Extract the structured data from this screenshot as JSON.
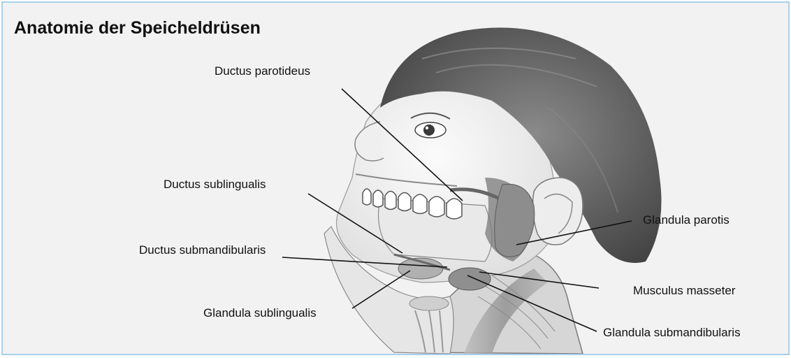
{
  "title": "Anatomie der Speicheldrüsen",
  "labels": {
    "ductus_parotideus": "Ductus parotideus",
    "ductus_sublingualis": "Ductus sublingualis",
    "ductus_submandibularis": "Ductus submandibularis",
    "glandula_sublingualis": "Glandula sublingualis",
    "glandula_parotis": "Glandula parotis",
    "musculus_masseter": "Musculus masseter",
    "glandula_submandibularis": "Glandula submandibularis"
  },
  "colors": {
    "frame_border": "#a9d0ea",
    "background": "#f2f2f2",
    "skin": "#f4f4f4",
    "hair": "#6a6a6a",
    "gland": "#8c8c8c",
    "leader_line": "#111111"
  }
}
